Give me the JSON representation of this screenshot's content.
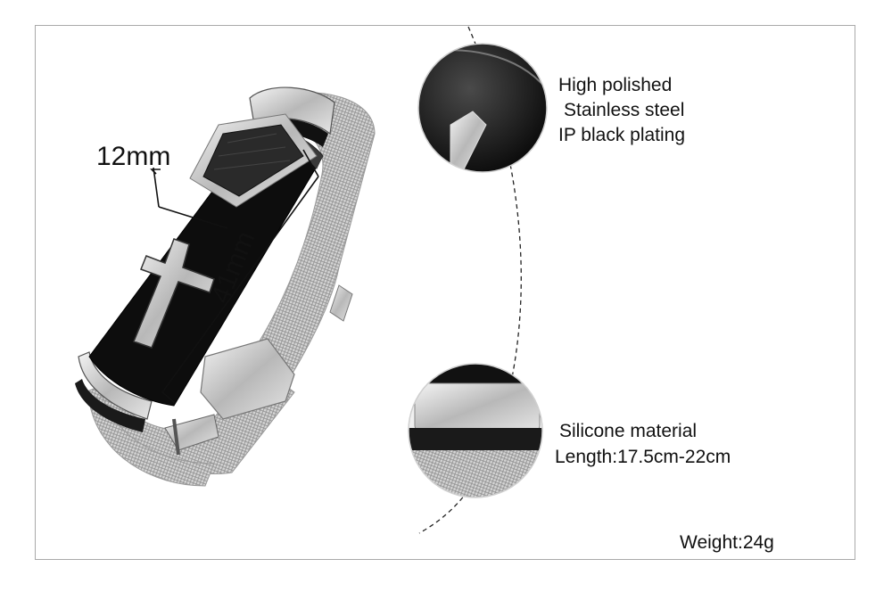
{
  "labels": {
    "width_dim": "12mm",
    "length_dim": "41mm",
    "callout_top": [
      "High polished",
      "Stainless steel",
      "IP black plating"
    ],
    "callout_bottom": [
      "Silicone material",
      "Length:17.5cm-22cm"
    ],
    "weight": "Weight:24g"
  },
  "colors": {
    "frame": "#a9a9a9",
    "black_plate": "#0d0d0d",
    "steel": "#c8c8c8",
    "text": "#111111"
  }
}
